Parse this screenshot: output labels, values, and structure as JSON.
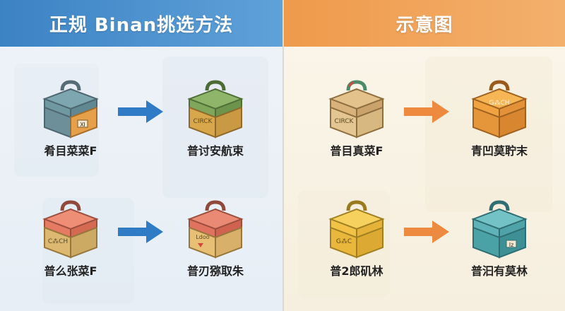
{
  "left_panel": {
    "title": "正规 Binan挑选方法",
    "header_color": "#3c83c4",
    "arrow_color": "#2f7bc6",
    "rows": [
      {
        "from": {
          "label": "肴目菜菜F",
          "icon": "blue-gray-chest-icon",
          "lid_color": "#6f98a3",
          "body_color": "#e6a04a",
          "tag_text": "Ⅺ"
        },
        "to": {
          "label": "普讨安航束",
          "icon": "green-chest-icon",
          "lid_color": "#7fa65b",
          "body_color": "#d9a74b",
          "tag_text": "CIRCK"
        }
      },
      {
        "from": {
          "label": "普么张菜F",
          "icon": "red-chest-icon",
          "lid_color": "#e57b62",
          "body_color": "#dcb870",
          "tag_text": "C⁂CH"
        },
        "to": {
          "label": "普刃猕取朱",
          "icon": "red-yellow-chest-icon",
          "lid_color": "#e0735f",
          "body_color": "#e7c075",
          "tag_text": "Ldoo"
        }
      }
    ]
  },
  "right_panel": {
    "title": "示意图",
    "header_color": "#ef9a4b",
    "arrow_color": "#ee8a3f",
    "rows": [
      {
        "from": {
          "label": "普目真菜F",
          "icon": "tan-chest-icon",
          "lid_color": "#d8b27a",
          "body_color": "#e3c691",
          "tag_text": "CIRCK"
        },
        "to": {
          "label": "青凹莫聍末",
          "icon": "orange-chest-icon",
          "lid_color": "#f0a33f",
          "body_color": "#e5953a",
          "tag_text": "G⁂CH"
        }
      },
      {
        "from": {
          "label": "普2郎矶林",
          "icon": "yellow-chest-icon",
          "lid_color": "#f2c246",
          "body_color": "#e8b73b",
          "tag_text": "G⁂C"
        },
        "to": {
          "label": "普汩有莫林",
          "icon": "teal-chest-icon",
          "lid_color": "#5fb3b8",
          "body_color": "#4aa2a7",
          "tag_text": "Iz"
        }
      }
    ]
  }
}
